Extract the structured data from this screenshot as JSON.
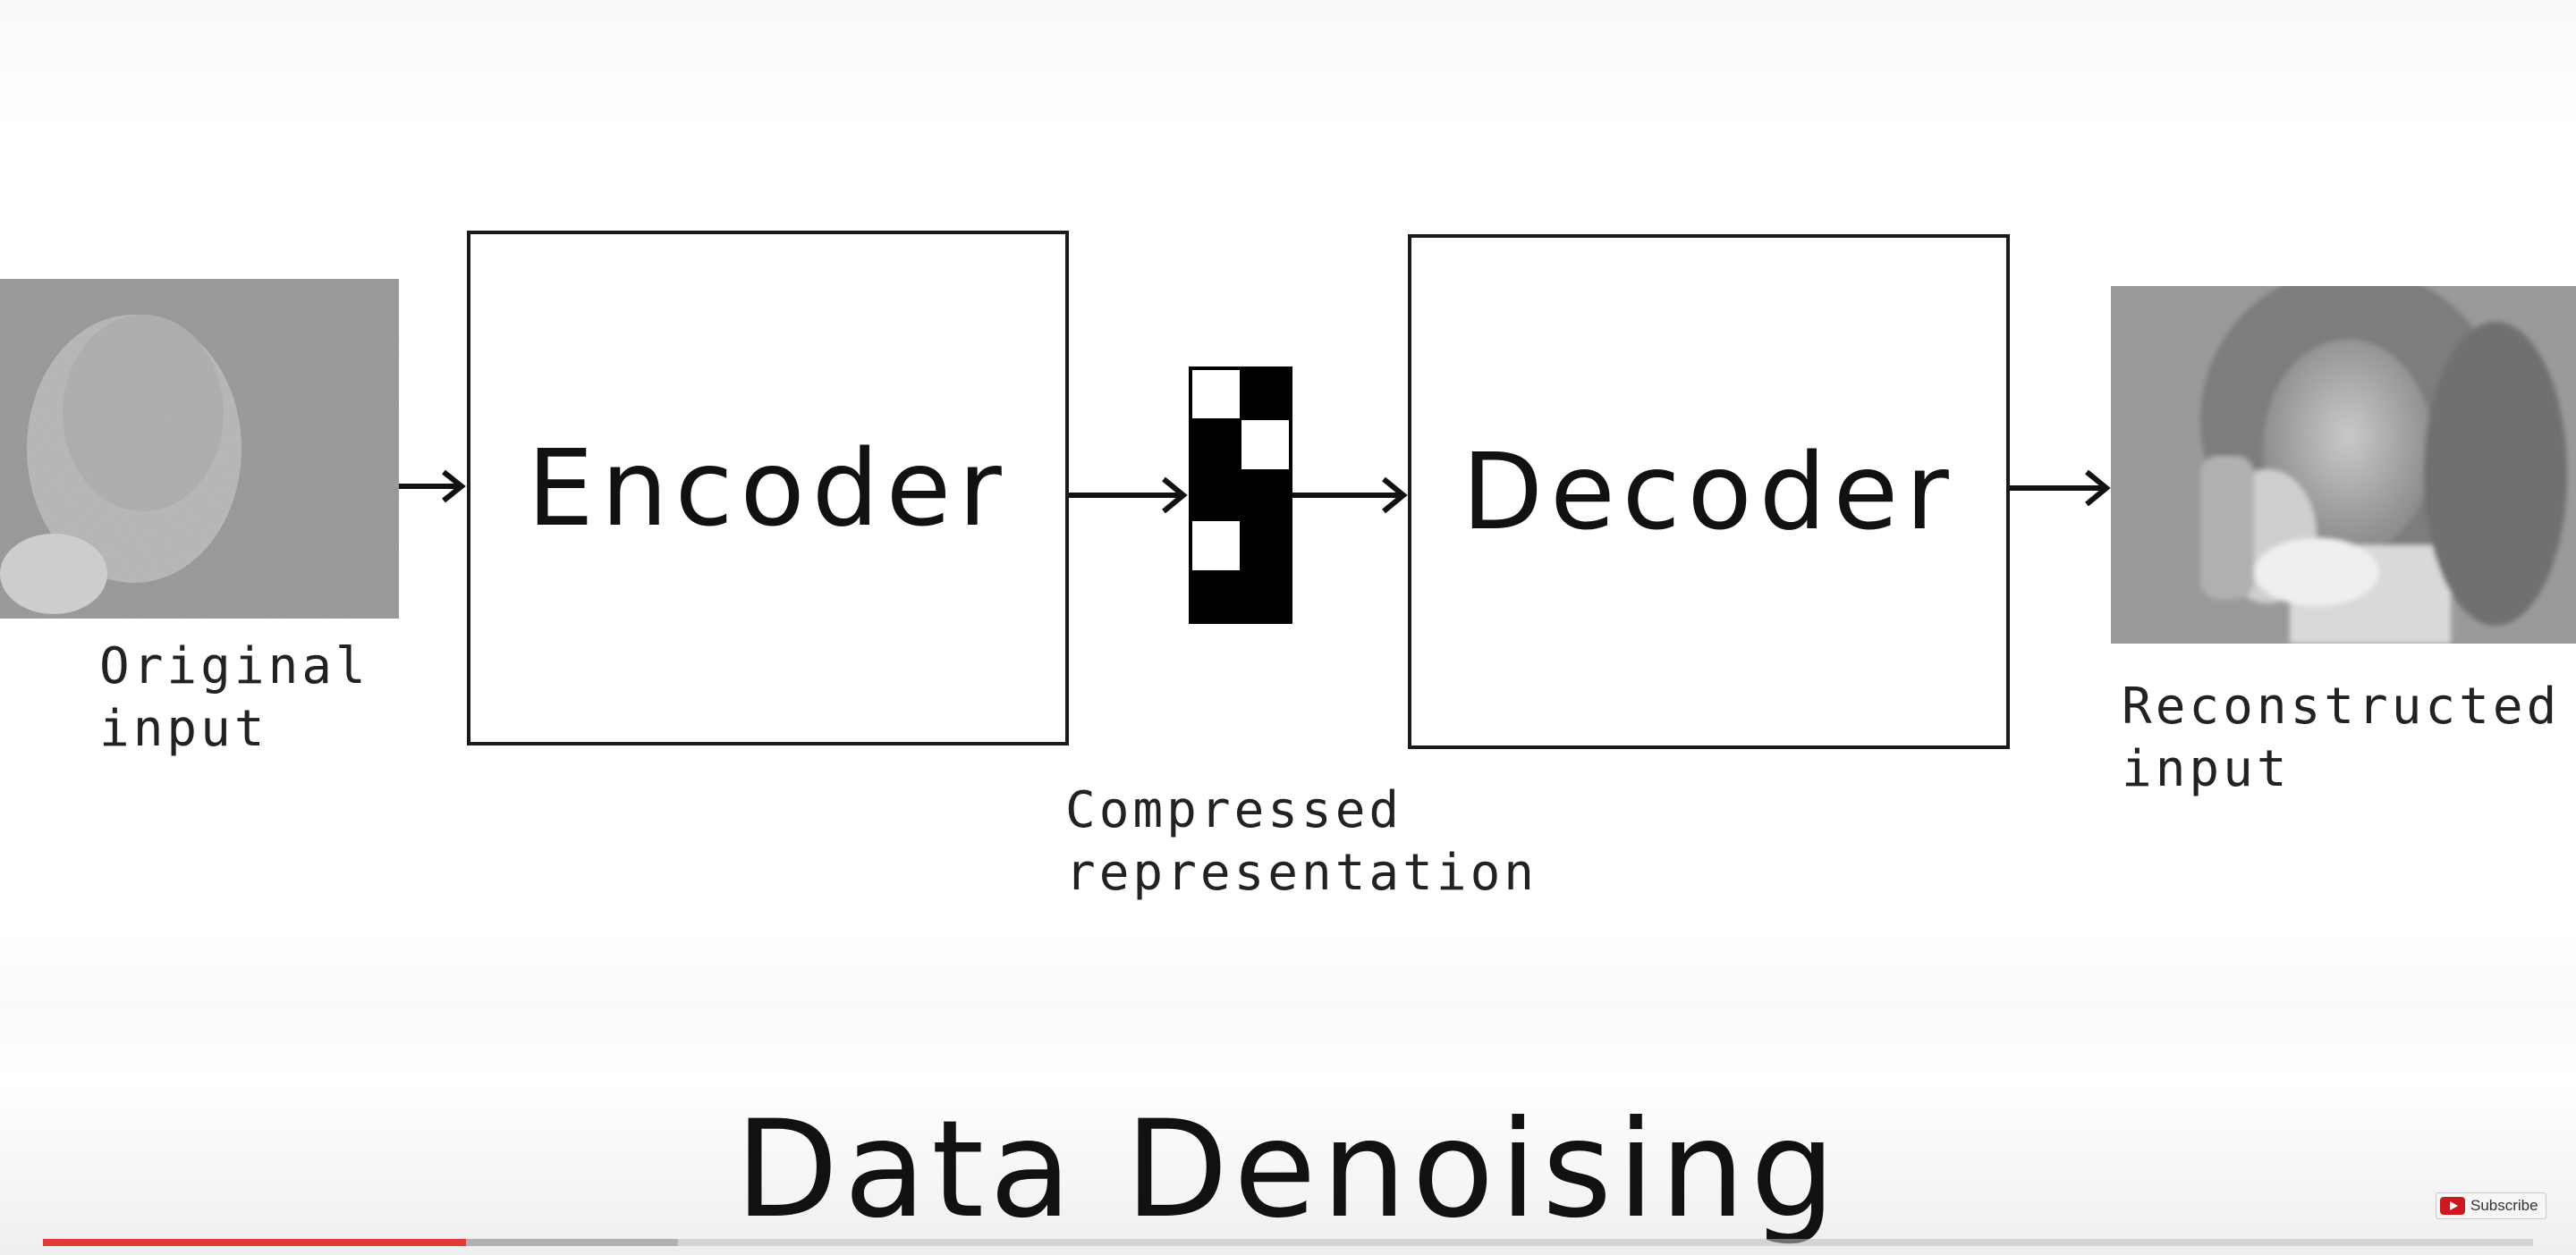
{
  "diagram": {
    "encoder_label": "Encoder",
    "decoder_label": "Decoder",
    "original_input_label": "Original\ninput",
    "compressed_label": "Compressed\nrepresentation",
    "reconstructed_label": "Reconstructed\ninput",
    "code_pattern": [
      [
        "w",
        "b"
      ],
      [
        "b",
        "w"
      ],
      [
        "b",
        "b"
      ],
      [
        "w",
        "b"
      ],
      [
        "b",
        "b"
      ]
    ]
  },
  "caption": {
    "title": "Data Denoising"
  },
  "player": {
    "progress_fraction": 0.17,
    "buffered_fraction": 0.255,
    "subscribe_label": "Subscribe",
    "colors": {
      "progress": "#e53935",
      "subscribe_icon": "#cc181e"
    }
  }
}
